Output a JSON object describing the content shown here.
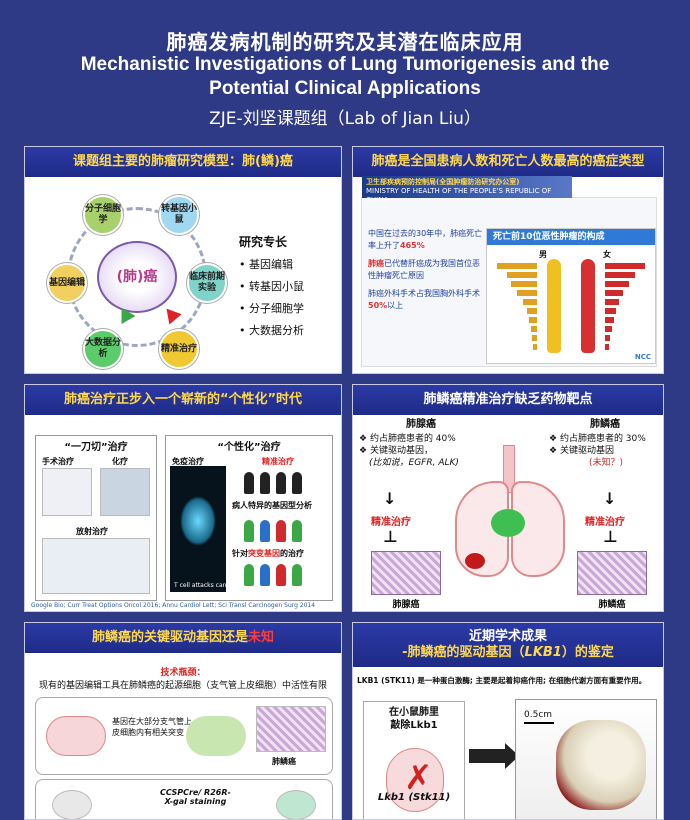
{
  "header": {
    "title_cn": "肺癌发病机制的研究及其潜在临床应用",
    "title_en_line1": "Mechanistic Investigations of Lung Tumorigenesis and the",
    "title_en_line2": "Potential Clinical Applications",
    "lab": "ZJE-刘坚课题组（Lab of Jian Liu）"
  },
  "panel1": {
    "title": "课题组主要的肺瘤研究模型：肺(鳞)癌",
    "center": "(肺)癌",
    "nodes": [
      "分子细胞学",
      "转基因小鼠",
      "临床前期实验",
      "精准治疗",
      "大数据分析",
      "基因编辑"
    ],
    "expertise_title": "研究专长",
    "expertise": [
      "基因编辑",
      "转基因小鼠",
      "分子细胞学",
      "大数据分析"
    ]
  },
  "panel2": {
    "title": "肺癌是全国患病人数和死亡人数最高的癌症类型",
    "ministry": "卫生部疾病预防控制局(全国肿瘤防治研究办公室)",
    "ministry_en": "MINISTRY OF HEALTH OF THE PEOPLE'S REPUBLIC OF CHINA",
    "stat1_pre": "中国在过去的30年中，肺癌死亡率上升了",
    "stat1_value": "465%",
    "stat2_hl": "肺癌",
    "stat2_rest": "已代替肝癌成为我国首位恶性肿瘤死亡原因",
    "stat3_pre": "肺癌外科手术占我国胸外科手术",
    "stat3_value": "50%",
    "stat3_post": "以上",
    "chart_title": "死亡前10位恶性肿瘤的构成",
    "male": "男",
    "female": "女",
    "logo": "NCC"
  },
  "panel3": {
    "title": "肺癌治疗正步入一个崭新的“个性化”时代",
    "left_title": "“一刀切”治疗",
    "surgery": "手术治疗",
    "chemo": "化疗",
    "radio": "放射治疗",
    "right_title": "“个性化”治疗",
    "immuno": "免疫治疗",
    "precision": "精准治疗",
    "genome": "病人特异的基因型分析",
    "targeted_pre": "针对",
    "targeted_hl": "突变基因",
    "targeted_post": "的治疗",
    "tcell": "T cell attacks cancer cell",
    "caption": "Google Bio; Curr Treat Options Oncol 2016; Annu Cardiol Lett; Sci Transl Carcinogen Surg 2014"
  },
  "panel4": {
    "title": "肺鳞癌精准治疗缺乏药物靶点",
    "left_head": "肺腺癌",
    "left_p1": "约占肺癌患者的 40%",
    "left_p2": "关键驱动基因，",
    "left_p3": "(比如说，EGFR, ALK)",
    "right_head": "肺鳞癌",
    "right_p1": "约占肺癌患者的 30%",
    "right_p2": "关键驱动基因",
    "right_p3": "(未知？)",
    "precise_l": "精准治疗",
    "precise_r": "精准治疗",
    "tissue_l": "肺腺癌",
    "tissue_r": "肺鳞癌"
  },
  "panel5": {
    "title_pre": "肺鳞癌的关键驱动基因还是",
    "title_hl": "未知",
    "tech_head": "技术瓶颈：",
    "tech_body": "现有的基因编辑工具在肺鳞癌的起源细胞（支气管上皮细胞）中活性有限",
    "note": "基因在大部分支气管上皮细胞内有相关突变",
    "scc": "肺鳞癌",
    "stain_line1": "CCSPCre/ R26R-",
    "stain_line2": "X-gal staining"
  },
  "panel6": {
    "title_line1": "近期学术成果",
    "title_line2_pre": "-肺鳞癌的驱动基因（",
    "title_line2_gene": "LKB1",
    "title_line2_post": "）的鉴定",
    "desc": "LKB1 (STK11) 是一种蛋白激酶; 主要是起着抑癌作用; 在细胞代谢方面有重要作用。",
    "ko_title_line1": "在小鼠肺里",
    "ko_title_line2": "敲除Lkb1",
    "ko_gene": "Lkb1 (Stk11)",
    "scale": "0.5cm"
  }
}
